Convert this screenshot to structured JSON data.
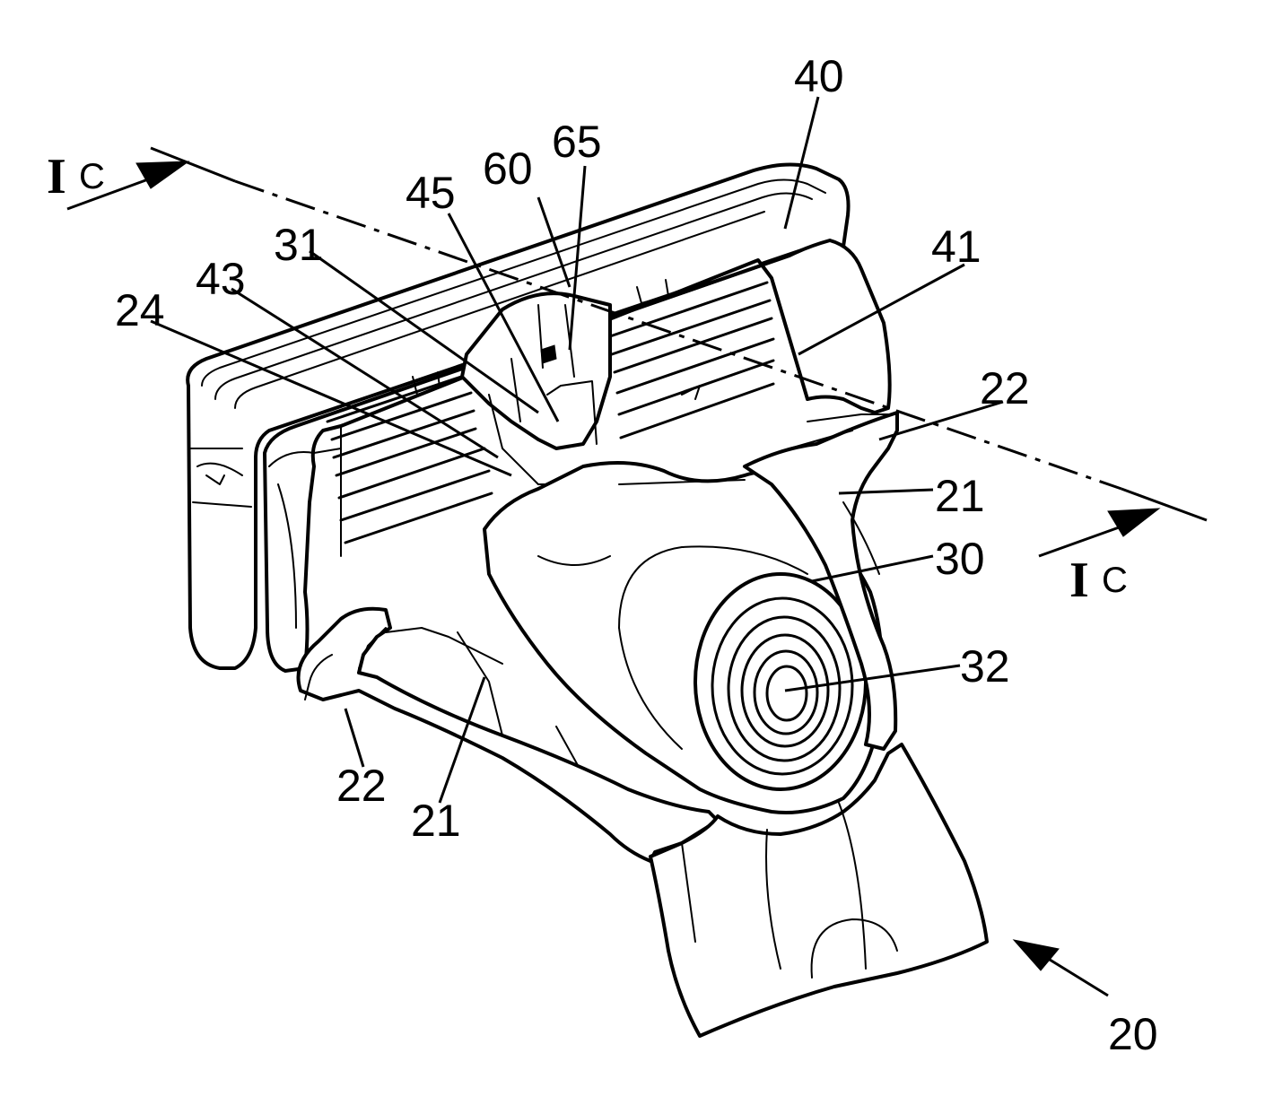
{
  "reference_labels": {
    "n40": "40",
    "n65": "65",
    "n60": "60",
    "n45": "45",
    "n31": "31",
    "n43": "43",
    "n24": "24",
    "n41": "41",
    "n22_right": "22",
    "n21_right": "21",
    "n30": "30",
    "n32": "32",
    "n22_left": "22",
    "n21_left": "21",
    "n20": "20"
  },
  "section_markers": {
    "left": {
      "letter": "I",
      "suffix": "C"
    },
    "right": {
      "letter": "I",
      "suffix": "C"
    }
  }
}
